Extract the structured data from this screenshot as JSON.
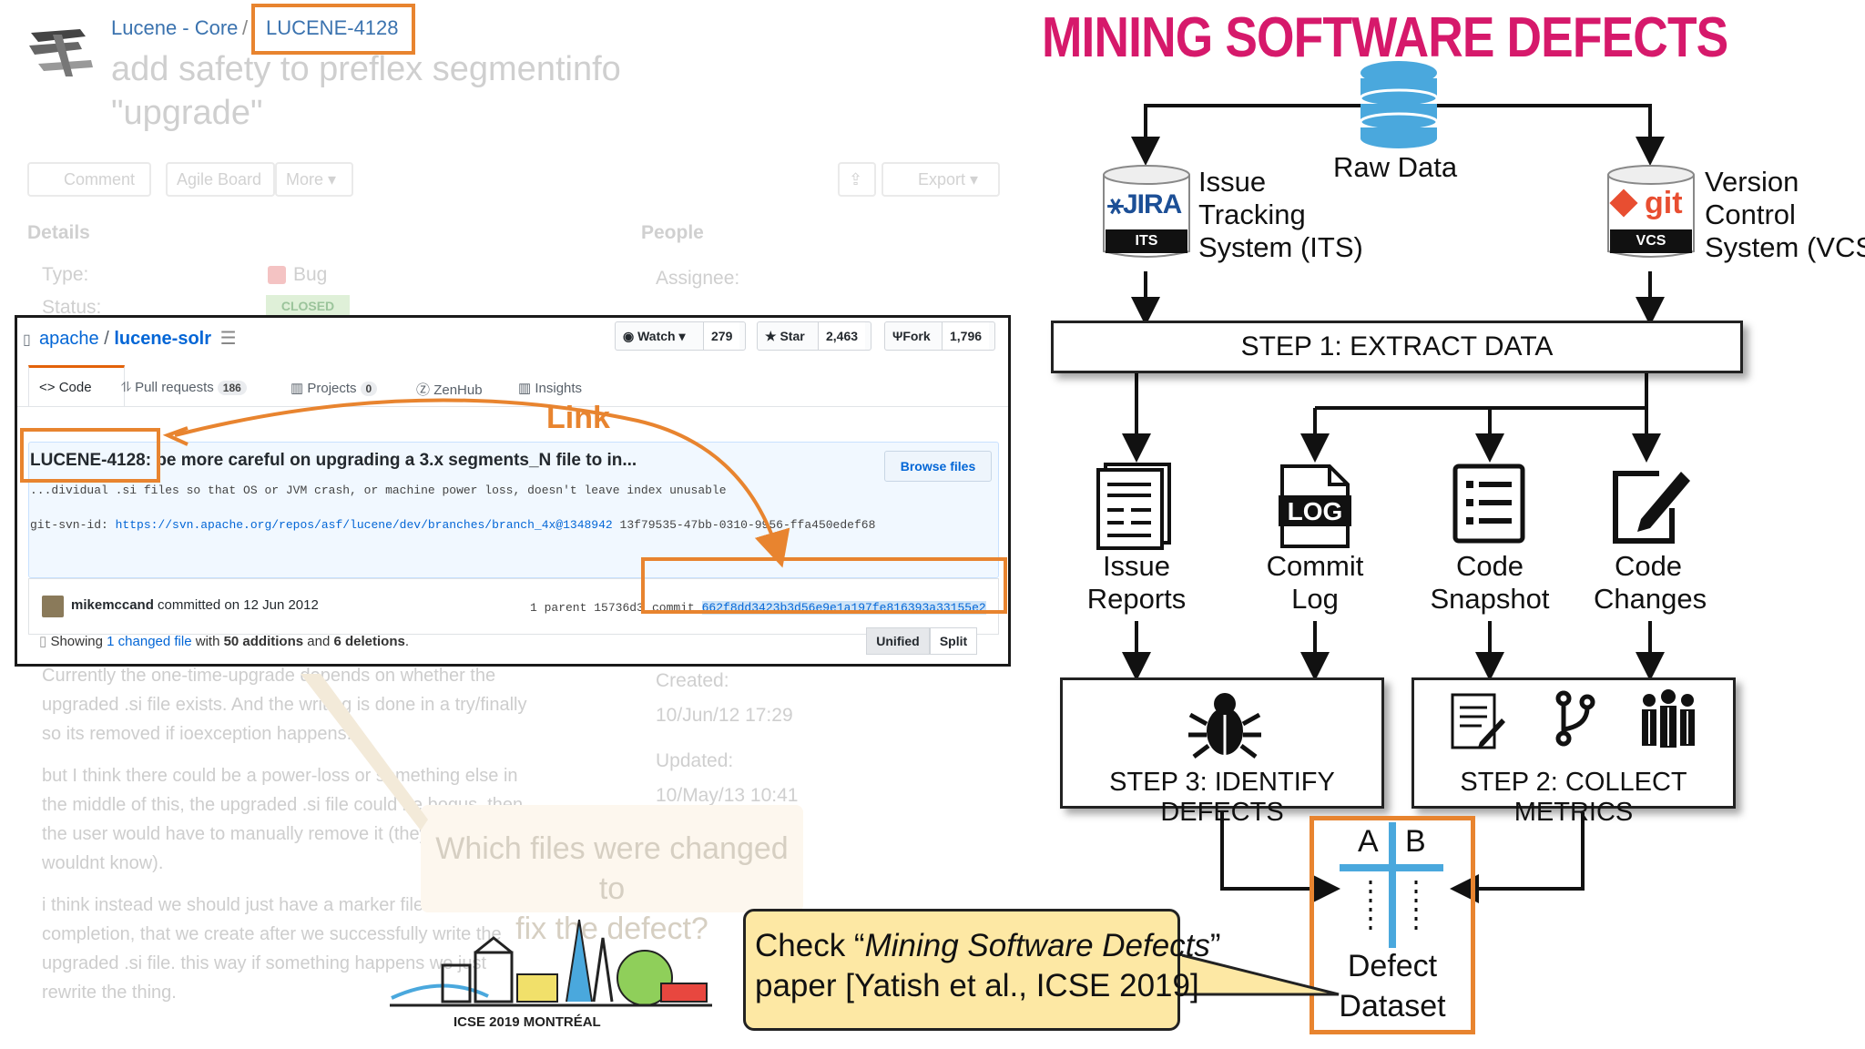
{
  "jira": {
    "breadcrumb_project": "Lucene - Core",
    "breadcrumb_sep": "/",
    "issue_key": "LUCENE-4128",
    "title_line1": "add safety to preflex segmentinfo",
    "title_line2": "\"upgrade\"",
    "buttons": {
      "comment": "Comment",
      "agile": "Agile Board",
      "more": "More",
      "export": "Export"
    },
    "details_heading": "Details",
    "people_heading": "People",
    "type_label": "Type:",
    "type_value": "Bug",
    "status_label": "Status:",
    "status_value": "CLOSED",
    "assignee_label": "Assignee:",
    "created_label": "Created:",
    "created_value": "10/Jun/12 17:29",
    "updated_label": "Updated:",
    "updated_value": "10/May/13 10:41",
    "text_lines": [
      "Currently the one-time-upgrade depends on whether the",
      "upgraded .si file exists. And the writing is done in a try/finally",
      "so its removed if ioexception happens.",
      "",
      "but I think there could be a power-loss or something else in",
      "the middle of this, the upgraded .si file could be bogus, then",
      "the user would have to manually remove it (they probably",
      "wouldnt know).",
      "",
      "i think instead we should just have a marker file for",
      "completion, that we create after we successfully write the",
      "upgraded .si file. this way if something happens we just",
      "rewrite the thing."
    ]
  },
  "github": {
    "owner": "apache",
    "sep": "/",
    "repo": "lucene-solr",
    "watch_label": "Watch",
    "watch_count": "279",
    "star_label": "Star",
    "star_count": "2,463",
    "fork_label": "Fork",
    "fork_count": "1,796",
    "tabs": [
      {
        "label": "Code",
        "count": ""
      },
      {
        "label": "Pull requests",
        "count": "186"
      },
      {
        "label": "Projects",
        "count": "0"
      },
      {
        "label": "ZenHub",
        "count": ""
      },
      {
        "label": "Insights",
        "count": ""
      }
    ],
    "commit_key": "LUCENE-4128",
    "commit_title_rest": ": be more careful on upgrading a 3.x segments_N file to in...",
    "commit_body": "...dividual .si files so that OS or JVM crash, or machine power loss, doesn't leave index unusable",
    "svn_prefix": "git-svn-id: ",
    "svn_url": "https://svn.apache.org/repos/asf/lucene/dev/branches/branch_4x@1348942",
    "svn_suffix": " 13f79535-47bb-0310-9956-ffa450edef68",
    "browse_files": "Browse files",
    "author": "mikemccand",
    "committed_text": " committed on 12 Jun 2012",
    "parent_text": "1 parent",
    "parent_sha": "15736d3",
    "commit_label": "commit",
    "commit_sha": "662f8dd3423b3d56e9e1a197fe816393a33155e2",
    "showing_prefix": "Showing ",
    "changed_files": "1 changed file",
    "with_text": " with ",
    "additions": "50 additions",
    "and_text": " and ",
    "deletions": "6 deletions",
    "period": ".",
    "unified": "Unified",
    "split": "Split"
  },
  "link_label": "Link",
  "question_line1": "Which files were changed to",
  "question_line2": "fix the defect?",
  "icse_label": "ICSE 2019 MONTRÉAL",
  "diagram": {
    "title": "MINING SOFTWARE DEFECTS",
    "raw_data": "Raw Data",
    "its_lines": [
      "Issue",
      "Tracking",
      "System (ITS)"
    ],
    "vcs_lines": [
      "Version",
      "Control",
      "System (VCS)"
    ],
    "jira_logo": "JIRA",
    "its_badge": "ITS",
    "git_logo": "git",
    "vcs_badge": "VCS",
    "step1": "STEP 1: EXTRACT DATA",
    "issue_reports": [
      "Issue",
      "Reports"
    ],
    "commit_log": [
      "Commit",
      "Log"
    ],
    "log_icon_text": "LOG",
    "code_snapshot": [
      "Code",
      "Snapshot"
    ],
    "code_changes": [
      "Code",
      "Changes"
    ],
    "step3": "STEP 3: IDENTIFY DEFECTS",
    "step2": "STEP 2: COLLECT METRICS",
    "col_a": "A",
    "col_b": "B",
    "defect_dataset": [
      "Defect",
      "Dataset"
    ],
    "callout_prefix": "Check “",
    "callout_italic": "Mining Software Defects",
    "callout_suffix": "”",
    "callout_line2": "paper [Yatish et al., ICSE 2019]"
  },
  "colors": {
    "title_pink": "#d6196b",
    "highlight_orange": "#e8842f",
    "db_blue": "#4aa8dd",
    "callout_yellow": "#fde8a4"
  }
}
